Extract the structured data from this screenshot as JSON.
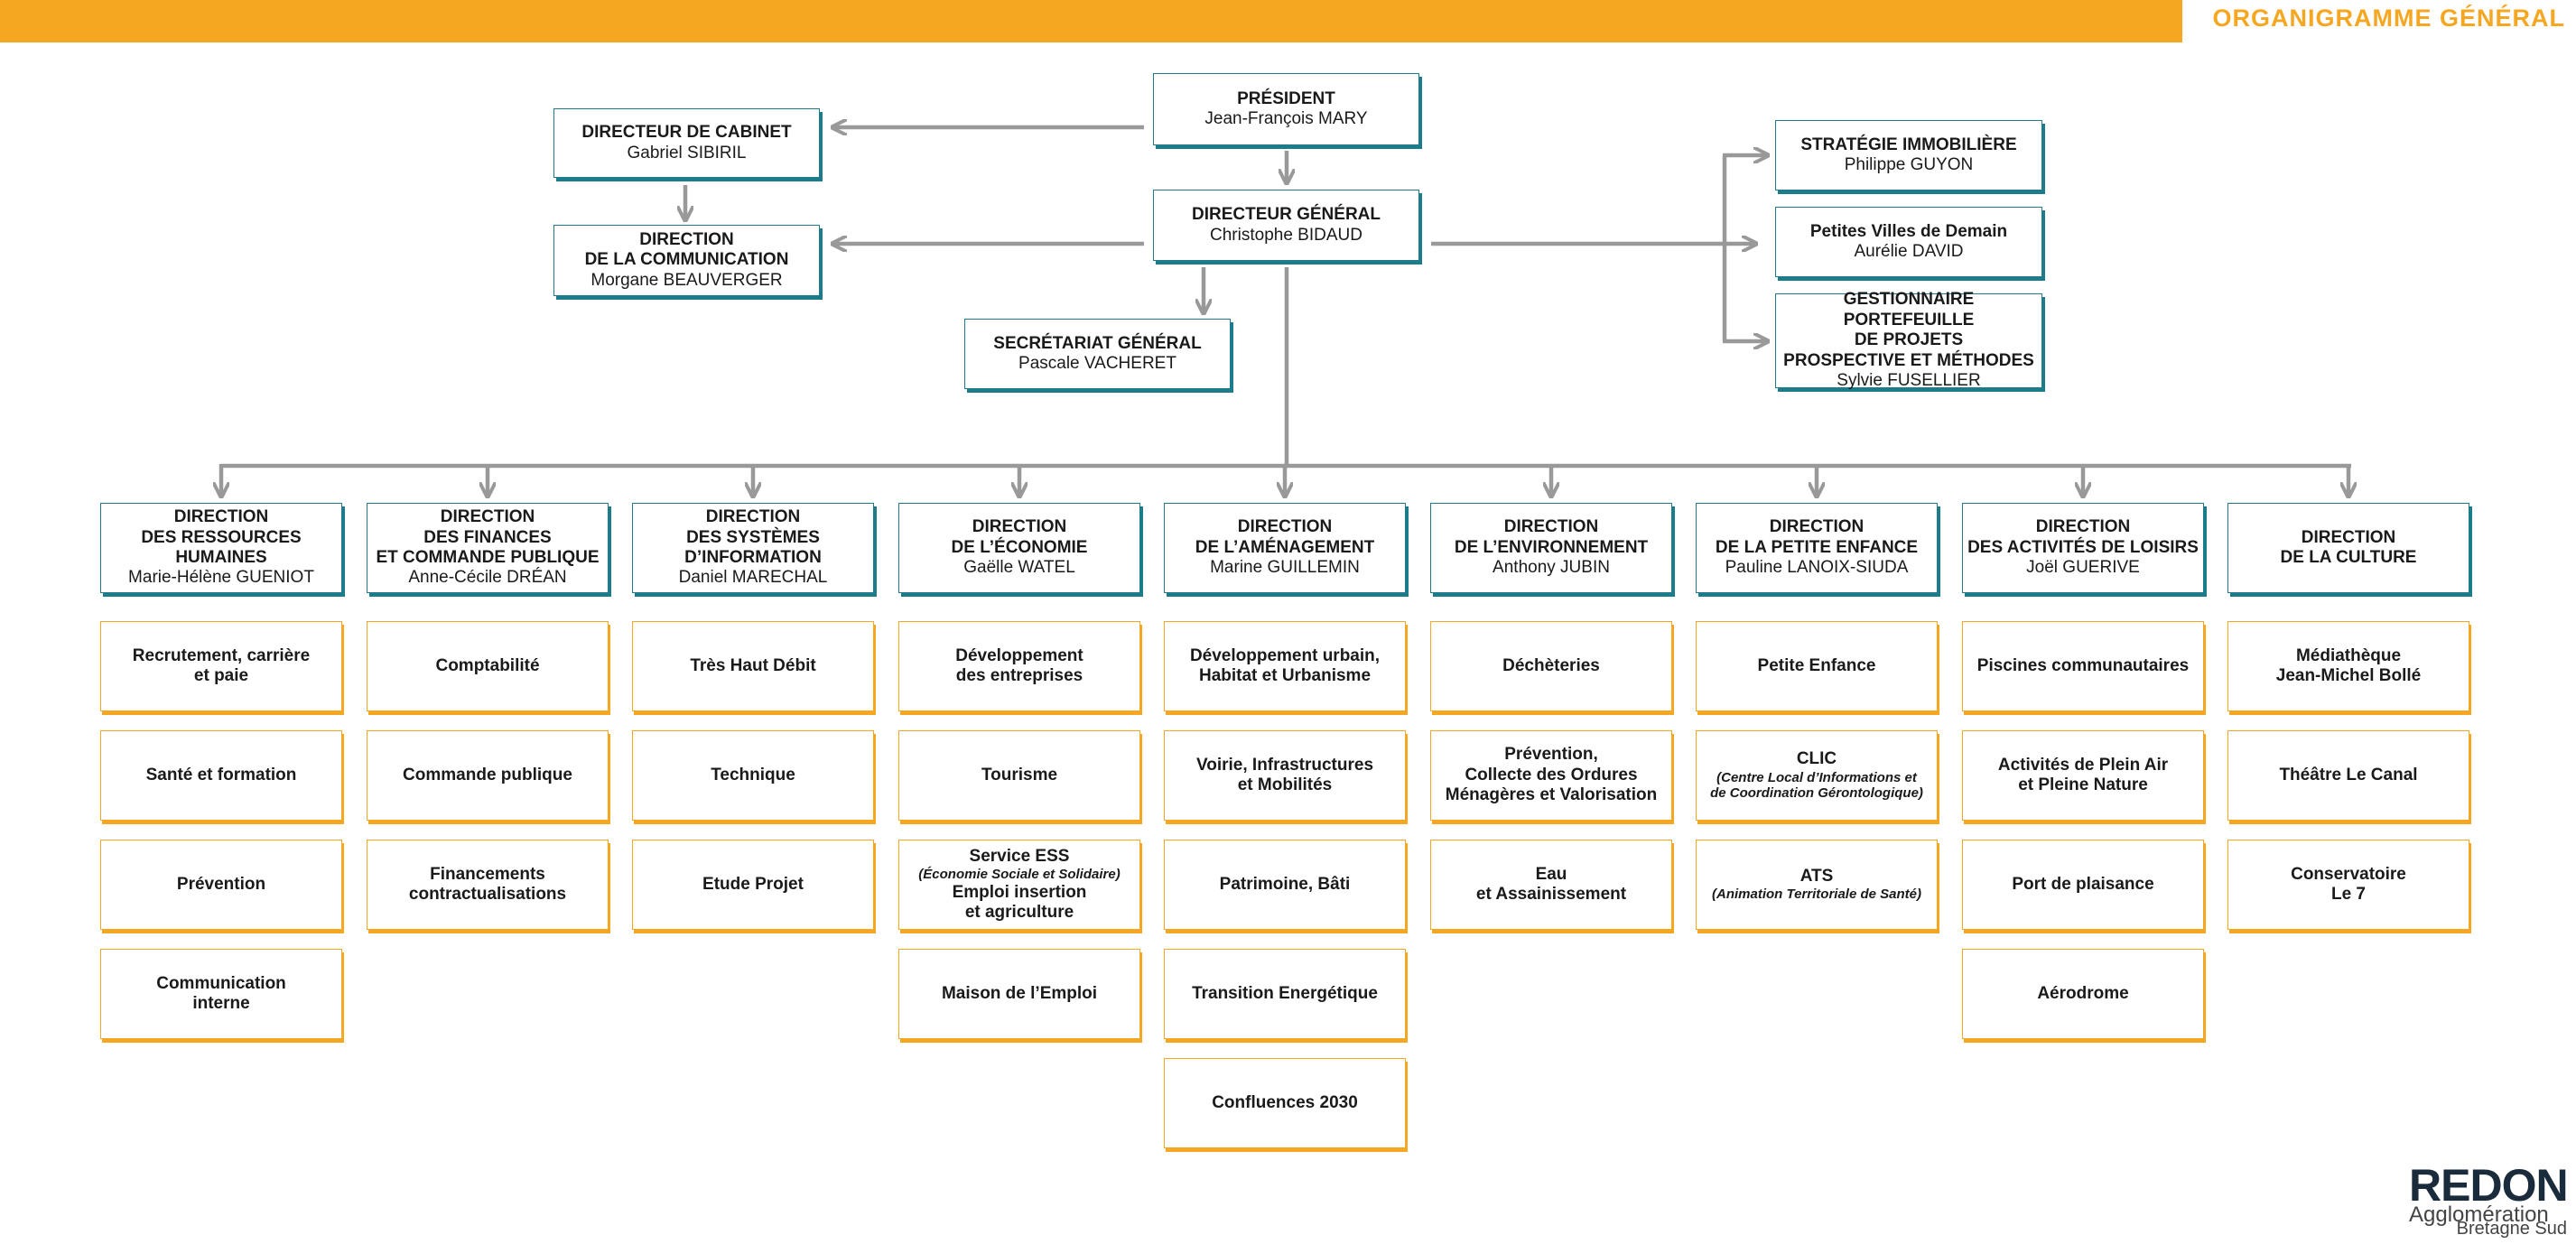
{
  "header": {
    "title": "ORGANIGRAMME GÉNÉRAL"
  },
  "colors": {
    "accent": "#f6a722",
    "teal": "#1c7c8c",
    "connector": "#999999"
  },
  "top": {
    "president": {
      "title": "PRÉSIDENT",
      "name": "Jean-François MARY"
    },
    "cabinet": {
      "title": "DIRECTEUR DE CABINET",
      "name": "Gabriel SIBIRIL"
    },
    "communication": {
      "title1": "DIRECTION",
      "title2": "DE LA COMMUNICATION",
      "name": "Morgane BEAUVERGER"
    },
    "dg": {
      "title": "DIRECTEUR GÉNÉRAL",
      "name": "Christophe BIDAUD"
    },
    "secretariat": {
      "title": "SECRÉTARIAT GÉNÉRAL",
      "name": "Pascale VACHERET"
    },
    "strategie": {
      "title": "STRATÉGIE IMMOBILIÈRE",
      "name": "Philippe GUYON"
    },
    "pvd": {
      "title": "Petites Villes de Demain",
      "name": "Aurélie DAVID"
    },
    "gestionnaire": {
      "title1": "GESTIONNAIRE PORTEFEUILLE",
      "title2": "DE PROJETS",
      "title3": "PROSPECTIVE ET MÉTHODES",
      "name": "Sylvie FUSELLIER"
    }
  },
  "directions": [
    {
      "title": [
        "DIRECTION",
        "DES RESSOURCES",
        "HUMAINES"
      ],
      "name": "Marie-Hélène GUENIOT",
      "services": [
        {
          "lines": [
            "Recrutement, carrière",
            "et paie"
          ]
        },
        {
          "lines": [
            "Santé et formation"
          ]
        },
        {
          "lines": [
            "Prévention"
          ]
        },
        {
          "lines": [
            "Communication",
            "interne"
          ]
        }
      ]
    },
    {
      "title": [
        "DIRECTION",
        "DES FINANCES",
        "ET COMMANDE PUBLIQUE"
      ],
      "name": "Anne-Cécile DRÉAN",
      "services": [
        {
          "lines": [
            "Comptabilité"
          ]
        },
        {
          "lines": [
            "Commande publique"
          ]
        },
        {
          "lines": [
            "Financements",
            "contractualisations"
          ]
        }
      ]
    },
    {
      "title": [
        "DIRECTION",
        "DES SYSTÈMES",
        "D’INFORMATION"
      ],
      "name": "Daniel MARECHAL",
      "services": [
        {
          "lines": [
            "Très Haut Débit"
          ]
        },
        {
          "lines": [
            "Technique"
          ]
        },
        {
          "lines": [
            "Etude Projet"
          ]
        }
      ]
    },
    {
      "title": [
        "DIRECTION",
        "DE L’ÉCONOMIE"
      ],
      "name": "Gaëlle WATEL",
      "services": [
        {
          "lines": [
            "Développement",
            "des entreprises"
          ]
        },
        {
          "lines": [
            "Tourisme"
          ]
        },
        {
          "lines": [
            "Service ESS",
            "(Économie Sociale et Solidaire)",
            "Emploi insertion",
            "et agriculture"
          ],
          "italic": [
            1
          ]
        },
        {
          "lines": [
            "Maison de l’Emploi"
          ]
        }
      ]
    },
    {
      "title": [
        "DIRECTION",
        "DE L’AMÉNAGEMENT"
      ],
      "name": "Marine GUILLEMIN",
      "services": [
        {
          "lines": [
            "Développement urbain,",
            "Habitat et Urbanisme"
          ]
        },
        {
          "lines": [
            "Voirie, Infrastructures",
            "et Mobilités"
          ]
        },
        {
          "lines": [
            "Patrimoine, Bâti"
          ]
        },
        {
          "lines": [
            "Transition Energétique"
          ]
        },
        {
          "lines": [
            "Confluences 2030"
          ]
        }
      ]
    },
    {
      "title": [
        "DIRECTION",
        "DE L’ENVIRONNEMENT"
      ],
      "name": "Anthony JUBIN",
      "services": [
        {
          "lines": [
            "Déchèteries"
          ]
        },
        {
          "lines": [
            "Prévention,",
            "Collecte des Ordures",
            "Ménagères et Valorisation"
          ]
        },
        {
          "lines": [
            "Eau",
            "et Assainissement"
          ]
        }
      ]
    },
    {
      "title": [
        "DIRECTION",
        "DE LA PETITE ENFANCE"
      ],
      "name": "Pauline LANOIX-SIUDA",
      "services": [
        {
          "lines": [
            "Petite Enfance"
          ]
        },
        {
          "lines": [
            "CLIC",
            "(Centre Local d’Informations et",
            "de Coordination Gérontologique)"
          ],
          "italic": [
            1,
            2
          ]
        },
        {
          "lines": [
            "ATS",
            "(Animation Territoriale de Santé)"
          ],
          "italic": [
            1
          ]
        }
      ]
    },
    {
      "title": [
        "DIRECTION",
        "DES ACTIVITÉS DE LOISIRS"
      ],
      "name": "Joël GUERIVE",
      "services": [
        {
          "lines": [
            "Piscines communautaires"
          ]
        },
        {
          "lines": [
            "Activités de Plein Air",
            "et Pleine Nature"
          ]
        },
        {
          "lines": [
            "Port de plaisance"
          ]
        },
        {
          "lines": [
            "Aérodrome"
          ]
        }
      ]
    },
    {
      "title": [
        "DIRECTION",
        "DE LA CULTURE"
      ],
      "name": "",
      "services": [
        {
          "lines": [
            "Médiathèque",
            "Jean-Michel Bollé"
          ]
        },
        {
          "lines": [
            "Théâtre Le Canal"
          ]
        },
        {
          "lines": [
            "Conservatoire",
            "Le 7"
          ]
        }
      ]
    }
  ],
  "logo": {
    "main": "REDON",
    "line1": "Agglomération",
    "line2": "Bretagne Sud"
  }
}
